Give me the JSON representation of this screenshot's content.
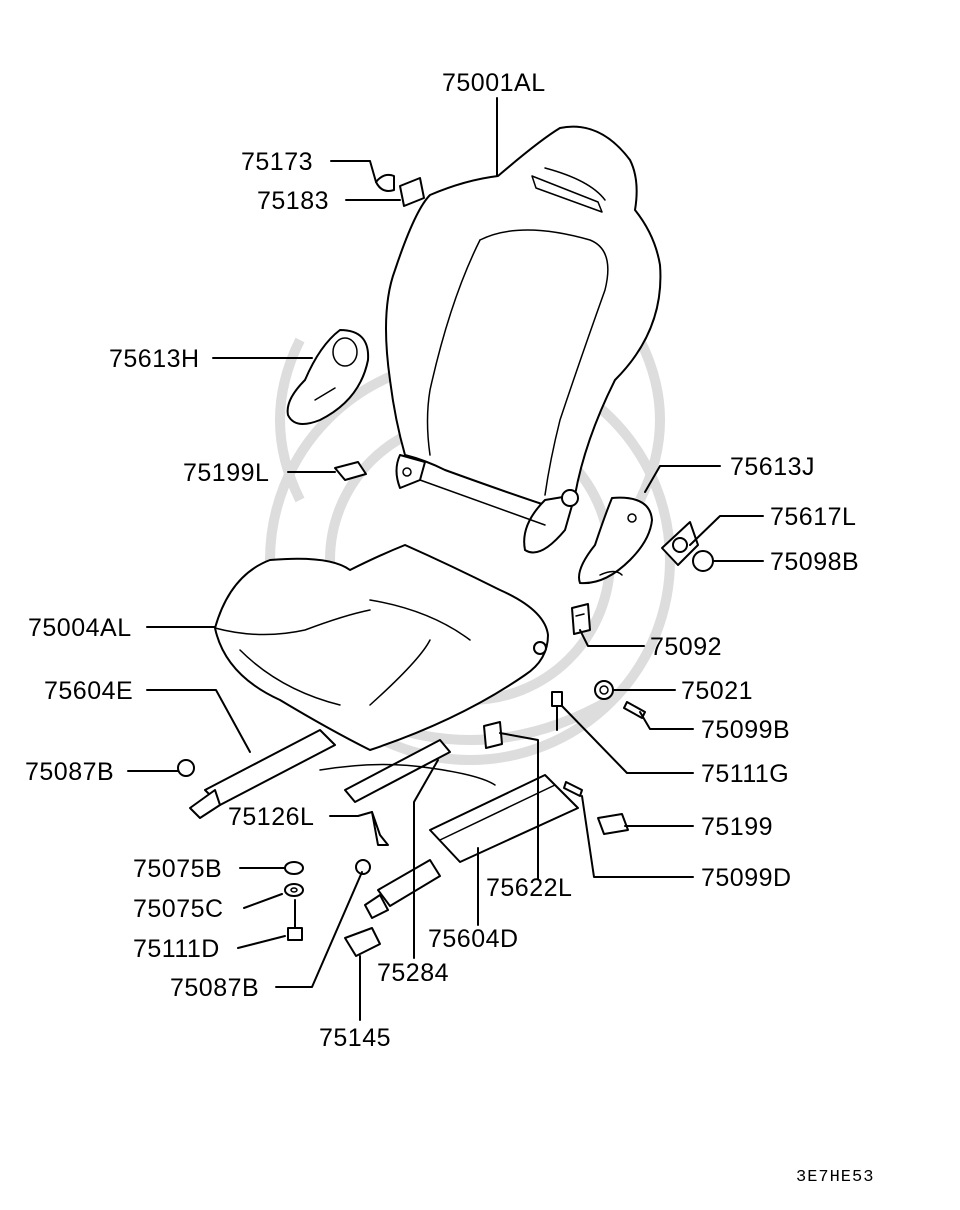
{
  "labels": {
    "l75001AL": "75001AL",
    "l75173": "75173",
    "l75183": "75183",
    "l75613H": "75613H",
    "l75199L": "75199L",
    "l75613J": "75613J",
    "l75617L": "75617L",
    "l75098B": "75098B",
    "l75004AL": "75004AL",
    "l75092": "75092",
    "l75604E": "75604E",
    "l75021": "75021",
    "l75099B": "75099B",
    "l75087B_1": "75087B",
    "l75111G": "75111G",
    "l75126L": "75126L",
    "l75199": "75199",
    "l75075B": "75075B",
    "l75099D": "75099D",
    "l75622L": "75622L",
    "l75075C": "75075C",
    "l75604D": "75604D",
    "l75111D": "75111D",
    "l75284": "75284",
    "l75087B_2": "75087B",
    "l75145": "75145"
  },
  "diagram_code": "3E7HE53"
}
